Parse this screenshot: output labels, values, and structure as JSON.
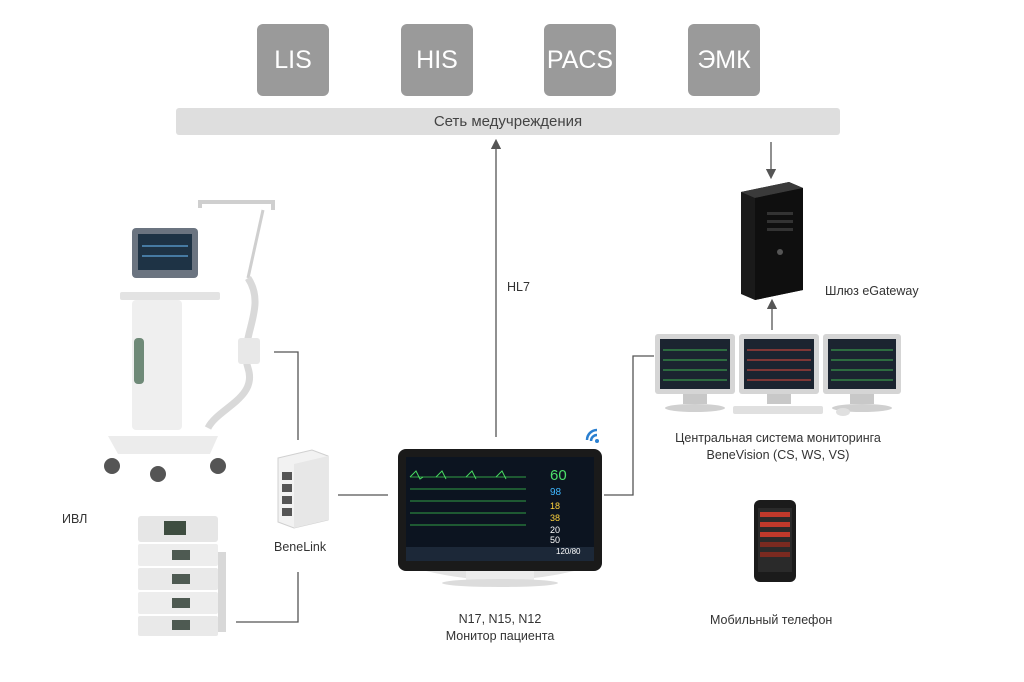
{
  "systems": [
    "LIS",
    "HIS",
    "PACS",
    "ЭМК"
  ],
  "network": {
    "label": "Сеть медучреждения"
  },
  "protocol": {
    "label": "HL7"
  },
  "gateway": {
    "label": "Шлюз eGateway"
  },
  "central": {
    "line1": "Центральная система мониторинга",
    "line2": "BeneVision (CS, WS, VS)"
  },
  "ventilator": {
    "label": "ИВЛ"
  },
  "benelink": {
    "label": "BeneLink"
  },
  "monitor": {
    "line1": "N17, N15, N12",
    "line2": "Монитор пациента",
    "screen": {
      "hr": "60",
      "spo2": "98",
      "v3": "18",
      "v4": "38",
      "v5": "20",
      "v6": "50",
      "nibp": "120/80"
    }
  },
  "mobile": {
    "label": "Мобильный телефон"
  },
  "colors": {
    "box": "#9a9a9a",
    "bar": "#dedede",
    "line": "#555555",
    "wifi": "#2a7fd0"
  }
}
